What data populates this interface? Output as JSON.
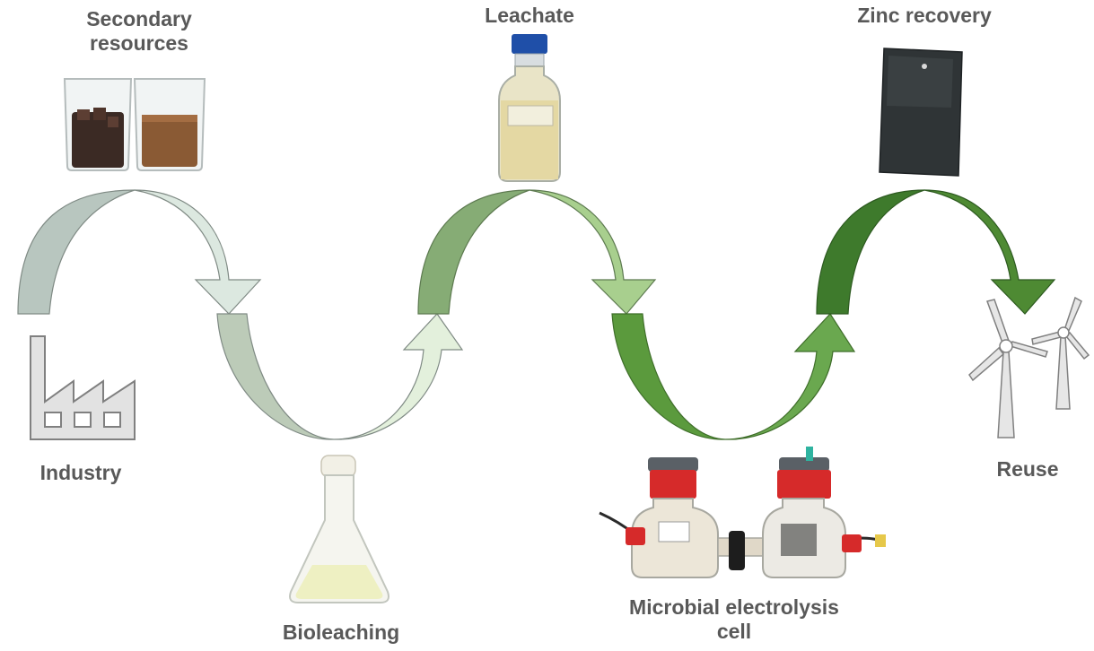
{
  "labels": {
    "secondary_resources_line1": "Secondary",
    "secondary_resources_line2": "resources",
    "leachate": "Leachate",
    "zinc_recovery": "Zinc recovery",
    "industry": "Industry",
    "bioleaching": "Bioleaching",
    "microbial_line1": "Microbial electrolysis",
    "microbial_line2": "cell",
    "reuse": "Reuse"
  },
  "colors": {
    "text": "#595959",
    "arrow_1_up": "#b9c7c0",
    "arrow_1_down": "#d9e6dd",
    "arrow_2_up": "#bcd0b7",
    "arrow_2_down": "#e2efd9",
    "arrow_3_up": "#86b075",
    "arrow_3_down": "#a9d08e",
    "arrow_4_up": "#5a9a3c",
    "arrow_4_down": "#6aa84f",
    "arrow_5_up": "#3e7a2c",
    "arrow_5_down": "#4e8a33",
    "icon_gray": "#e0e0e0",
    "icon_stroke": "#7f7f7f"
  },
  "icons": [
    "factory-icon",
    "wind-turbine-icon",
    "beakers-image",
    "leachate-bottle-image",
    "zinc-sheet-image",
    "flask-image",
    "mec-cell-image"
  ]
}
